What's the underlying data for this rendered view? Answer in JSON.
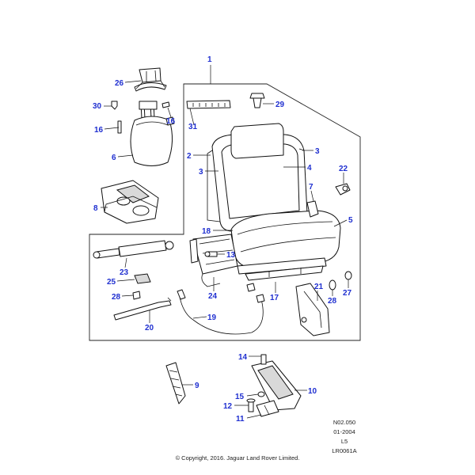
{
  "callouts": {
    "c1": "1",
    "c2": "2",
    "c3a": "3",
    "c3b": "3",
    "c4": "4",
    "c5": "5",
    "c6": "6",
    "c7": "7",
    "c8": "8",
    "c9": "9",
    "c10": "10",
    "c11": "11",
    "c12": "12",
    "c13": "13",
    "c14": "14",
    "c15": "15",
    "c16a": "16",
    "c16b": "16",
    "c17": "17",
    "c18": "18",
    "c19": "19",
    "c20": "20",
    "c21": "21",
    "c22": "22",
    "c23": "23",
    "c24": "24",
    "c25": "25",
    "c26": "26",
    "c27": "27",
    "c28a": "28",
    "c28b": "28",
    "c29": "29",
    "c30": "30",
    "c31": "31"
  },
  "meta": {
    "code": "N02.050",
    "date": "01-2004",
    "level": "L5",
    "ref": "LR0061A"
  },
  "copyright": "© Copyright, 2016. Jaguar Land Rover Limited."
}
